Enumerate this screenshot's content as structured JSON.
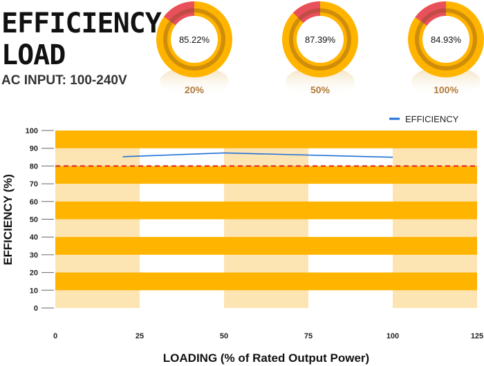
{
  "header": {
    "title_line1": "EFFICIENCY",
    "title_line2": "LOAD",
    "subtitle": "AC INPUT:  100-240V"
  },
  "donuts": [
    {
      "efficiency": 85.22,
      "label": "85.22%",
      "load": "20%"
    },
    {
      "efficiency": 87.39,
      "label": "87.39%",
      "load": "50%"
    },
    {
      "efficiency": 84.93,
      "label": "84.93%",
      "load": "100%"
    }
  ],
  "colors": {
    "orange": "#ffb400",
    "orange_light": "#fde4b3",
    "red": "#e8505b",
    "line": "#1e6fd9",
    "threshold": "#e0202a",
    "load_text": "#b07a3a"
  },
  "chart_data": {
    "type": "line",
    "xlabel": "LOADING (% of Rated Output Power)",
    "ylabel": "EFFICIENCY (%)",
    "xlim": [
      0,
      125
    ],
    "ylim": [
      0,
      100
    ],
    "xticks": [
      0,
      25,
      50,
      75,
      100,
      125
    ],
    "yticks": [
      0,
      10,
      20,
      30,
      40,
      50,
      60,
      70,
      80,
      90,
      100
    ],
    "series": [
      {
        "name": "EFFICIENCY",
        "x": [
          20,
          50,
          100
        ],
        "y": [
          85.22,
          87.39,
          84.93
        ],
        "color": "#1e6fd9"
      }
    ],
    "threshold": 80,
    "legend": "top-right",
    "grid": false
  }
}
